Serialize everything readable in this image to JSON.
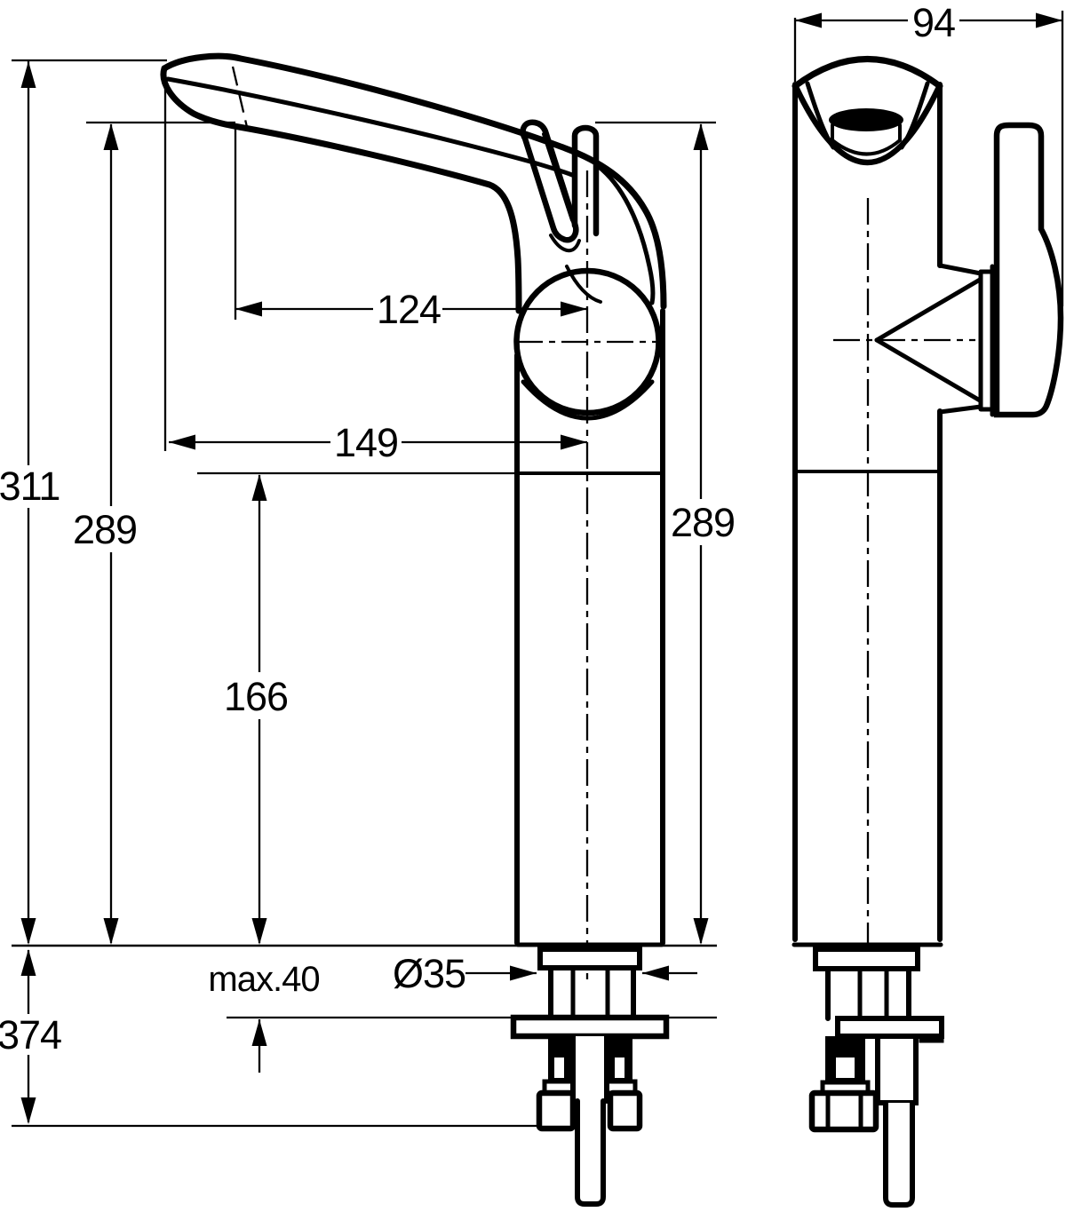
{
  "page": {
    "background_color": "#ffffff",
    "line_color": "#000000"
  },
  "drawing": {
    "kind": "technical dimension drawing",
    "subject": "tall single-lever basin mixer tap with under-deck mounting hardware",
    "left_view": "side profile view",
    "right_view": "front view"
  },
  "labels": {
    "overall_height": "311",
    "spout_height_side": "289",
    "spout_reach_to_axis": "124",
    "spout_reach_to_tip": "149",
    "body_column_height": "166",
    "height_front": "289",
    "overall_width_front": "94",
    "below_deck_length": "374",
    "max_deck_thickness": "max.40",
    "shank_diameter": "Ø35"
  }
}
